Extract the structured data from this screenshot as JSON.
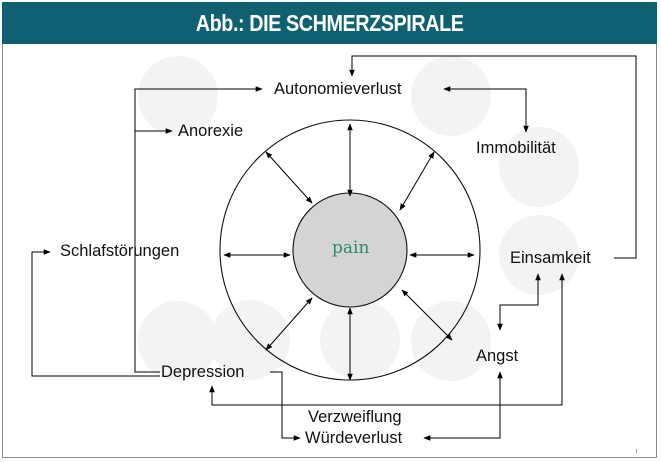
{
  "title": "Abb.: DIE SCHMERZSPIRALE",
  "center": "pain",
  "nodes": {
    "autonomieverlust": "Autonomieverlust",
    "anorexie": "Anorexie",
    "immobilitaet": "Immobilität",
    "schlafstoerungen": "Schlafstörungen",
    "einsamkeit": "Einsamkeit",
    "depression": "Depression",
    "angst": "Angst",
    "verzweiflung": "Verzweiflung",
    "wuerdeverlust": "Würdeverlust"
  },
  "colors": {
    "title_bar": "#0f6070",
    "center_fill": "#d4d4d4",
    "center_text": "#2d8a6e"
  }
}
